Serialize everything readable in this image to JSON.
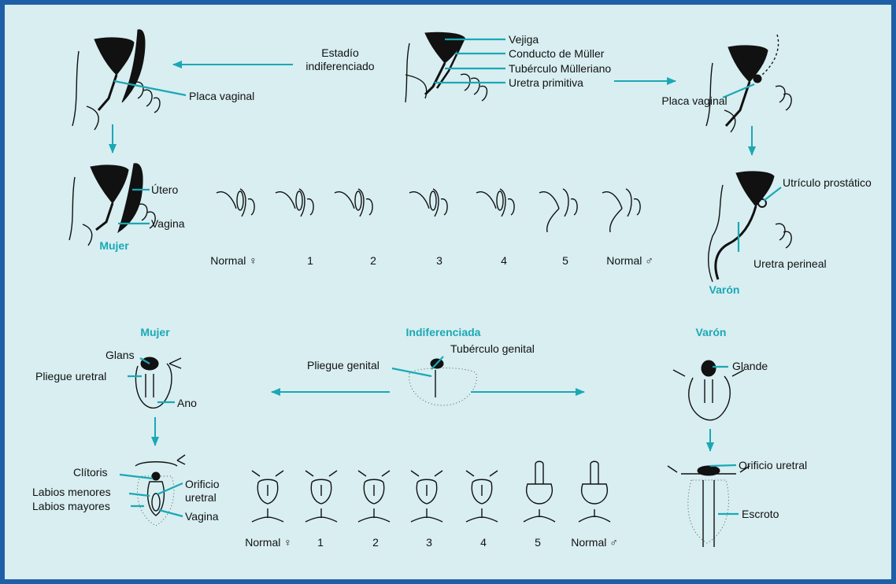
{
  "labels": {
    "estadio": [
      "Estadío",
      "indiferenciado"
    ],
    "vejiga": "Vejiga",
    "conducto_muller": "Conducto de Müller",
    "tuberculo_mulleriano": "Tubérculo Mülleriano",
    "uretra_primitiva": "Uretra primitiva",
    "placa_vaginal_f": "Placa vaginal",
    "placa_vaginal_m": "Placa vaginal",
    "utero": "Útero",
    "vagina": "Vagina",
    "utriculo": "Utrículo prostático",
    "uretra_perineal": "Uretra perineal",
    "glans": "Glans",
    "pliegue_uretral": "Pliegue uretral",
    "ano": "Ano",
    "pliegue_genital": "Pliegue genital",
    "tuberculo_genital": "Tubérculo genital",
    "glande": "Glande",
    "clitoris": "Clítoris",
    "labios_menores": "Labios menores",
    "labios_mayores": "Labios mayores",
    "orificio_uretral_f": [
      "Orificio",
      "uretral"
    ],
    "vagina_ext": "Vagina",
    "orificio_uretral_m": "Orificio uretral",
    "escroto": "Escroto"
  },
  "titles": {
    "mujer_internal": "Mujer",
    "varon_internal": "Varón",
    "mujer_external": "Mujer",
    "indiferenciada": "Indiferenciada",
    "varon_external": "Varón"
  },
  "internal_series": [
    "Normal ♀",
    "1",
    "2",
    "3",
    "4",
    "5",
    "Normal ♂"
  ],
  "external_series": [
    "Normal ♀",
    "1",
    "2",
    "3",
    "4",
    "5",
    "Normal ♂"
  ],
  "colors": {
    "accent": "#1ba8b4",
    "background": "#d8eef1",
    "border": "#1f5fa6"
  }
}
